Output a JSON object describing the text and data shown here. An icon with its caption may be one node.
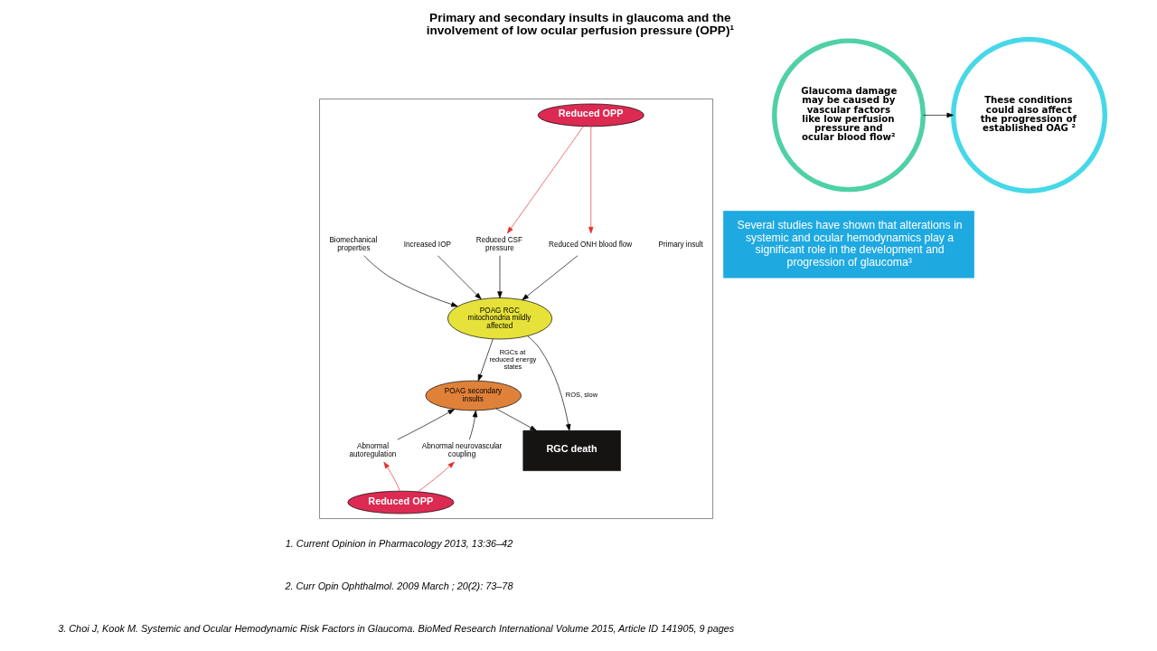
{
  "diagram": {
    "title": "Primary and secondary insults in glaucoma and the involvement of low ocular perfusion pressure (OPP)¹",
    "nodes": [
      {
        "text": [],
        "shape": "box"
      },
      {
        "text": [
          "Reduced OPP"
        ],
        "in": 0
      },
      {
        "text": [
          "Reduced CSF pressure"
        ],
        "in": 0
      },
      {
        "text": [
          "Increased IOP"
        ],
        "in": 0
      },
      {
        "text": [
          "Reduced ONH blood flow"
        ],
        "in": 0
      },
      {
        "text": [
          "Biomechanical properties"
        ],
        "in": 0
      },
      {
        "text": [
          "POAG RGC mitochondria mildly affected"
        ],
        "in": 0
      },
      {
        "text": [
          "POAG secondary insults"
        ],
        "in": 0
      },
      {
        "text": [
          "RGC death"
        ],
        "in": 0
      },
      {
        "text": [
          "Abnormal autoregulation"
        ],
        "in": 0
      },
      {
        "text": [
          "Abnormal neurovascular coupling"
        ],
        "in": 0
      },
      {
        "text": [
          "Reduced OPP"
        ],
        "in": 0
      },
      {
        "text": [
          "Glaucoma damage may be caused by vascular factors like low perfusion pressure and ocular blood flow²"
        ]
      },
      {
        "text": [
          "These conditions could also affect the progression of established OAG ²"
        ]
      },
      {
        "text": [
          "Several studies have shown that alterations in systemic and ocular hemodynamics play a significant role in the development and progression of glaucoma³"
        ]
      }
    ],
    "edges": [
      {
        "from": 1,
        "to": 2,
        "arrow": "to",
        "color": "#e03131"
      },
      {
        "from": 1,
        "to": 4,
        "arrow": "to",
        "color": "#e03131"
      },
      {
        "from": 2,
        "to": 6,
        "arrow": "to"
      },
      {
        "from": 5,
        "to": 6,
        "arrow": "to"
      },
      {
        "from": 3,
        "to": 6,
        "arrow": "to"
      },
      {
        "from": 4,
        "to": 6,
        "arrow": "to"
      },
      {
        "from": 6,
        "to": 7,
        "arrow": "to",
        "label": "RGCs at reduced energy states"
      },
      {
        "from": 6,
        "to": 8,
        "arrow": "to",
        "label": "ROS, slow"
      },
      {
        "from": 7,
        "to": 8,
        "arrow": "to"
      },
      {
        "from": 9,
        "to": 7,
        "arrow": "to"
      },
      {
        "from": 10,
        "to": 7,
        "arrow": "to"
      },
      {
        "from": 11,
        "to": 9,
        "arrow": "to",
        "color": "#e03131"
      },
      {
        "from": 11,
        "to": 10,
        "arrow": "to",
        "color": "#e03131"
      },
      {
        "from": 12,
        "to": 13,
        "arrow": "to"
      }
    ],
    "labels": [
      "Primary insult",
      "1. Current Opinion in Pharmacology 2013, 13:36–42",
      "2. Curr Opin Ophthalmol. 2009 March ; 20(2): 73–78",
      "3. Choi J, Kook M. Systemic and Ocular Hemodynamic Risk Factors in Glaucoma. BioMed Research International Volume 2015, Article ID 141905, 9 pages"
    ]
  }
}
